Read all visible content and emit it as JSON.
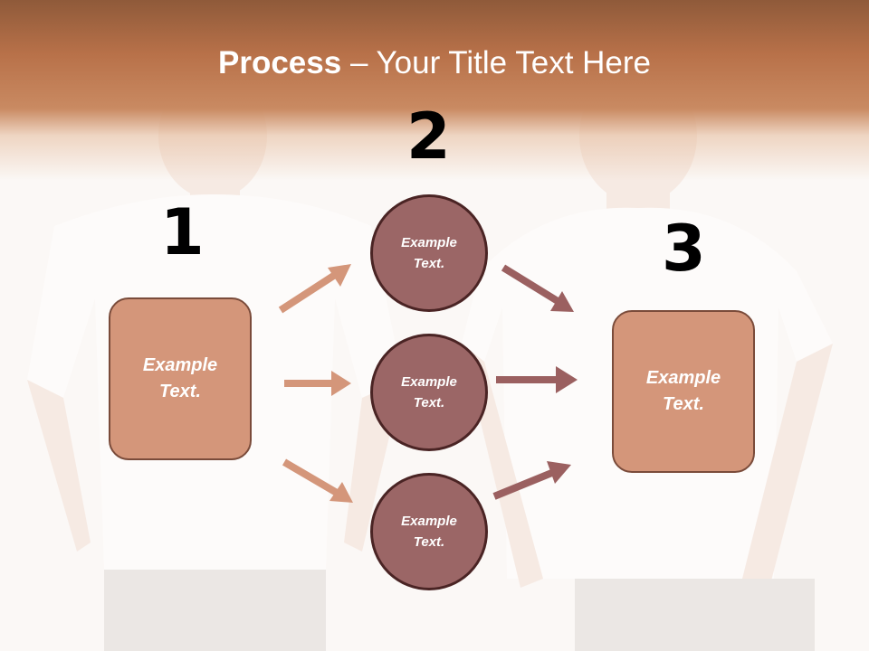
{
  "title": {
    "strong": "Process",
    "rest": " – Your Title Text Here"
  },
  "steps": {
    "one": "1",
    "two": "2",
    "three": "3"
  },
  "boxes": {
    "left": "Example\nText.",
    "right": "Example\nText."
  },
  "circles": {
    "top": "Example\nText.",
    "middle": "Example\nText.",
    "bottom": "Example\nText."
  },
  "colors": {
    "title_band": "#b87149",
    "box_fill": "#d4967a",
    "circle_fill": "#9b6666",
    "left_arrows": "#d4967a",
    "right_arrows": "#9b6060"
  },
  "background": "faded-photo-two-men-in-white-tshirts"
}
